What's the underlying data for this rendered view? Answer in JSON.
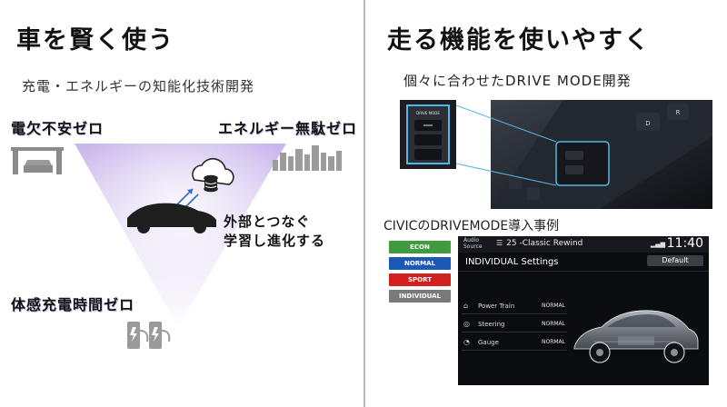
{
  "left": {
    "title": "車を賢く使う",
    "subtitle": "充電・エネルギーの知能化技術開発",
    "label_top_left": "電欠不安ゼロ",
    "label_top_right": "エネルギー無駄ゼロ",
    "label_bottom": "体感充電時間ゼロ",
    "center_line1": "外部とつなぐ",
    "center_line2": "学習し進化する"
  },
  "right": {
    "title": "走る機能を使いやすく",
    "subtitle": "個々に合わせたDRIVE MODE開発",
    "civic_label": "CIVICのDRIVEMODE導入事例",
    "switch_caption": "DRIVE MODE",
    "modes": [
      "ECON",
      "NORMAL",
      "SPORT",
      "INDIVIDUAL"
    ],
    "mode_colors": [
      "#3f9b3d",
      "#1c58b5",
      "#d41f1f",
      "#7a7a7a"
    ],
    "screen": {
      "audio_line1": "Audio",
      "audio_line2": "Source",
      "track": "25 -Classic Rewind",
      "clock": "11:40",
      "heading": "INDIVIDUAL Settings",
      "default_button": "Default",
      "rows": [
        {
          "icon": "powertrain-icon",
          "name": "Power Train",
          "value": "NORMAL"
        },
        {
          "icon": "steering-icon",
          "name": "Steering",
          "value": "NORMAL"
        },
        {
          "icon": "gauge-icon",
          "name": "Gauge",
          "value": "NORMAL"
        }
      ]
    }
  }
}
